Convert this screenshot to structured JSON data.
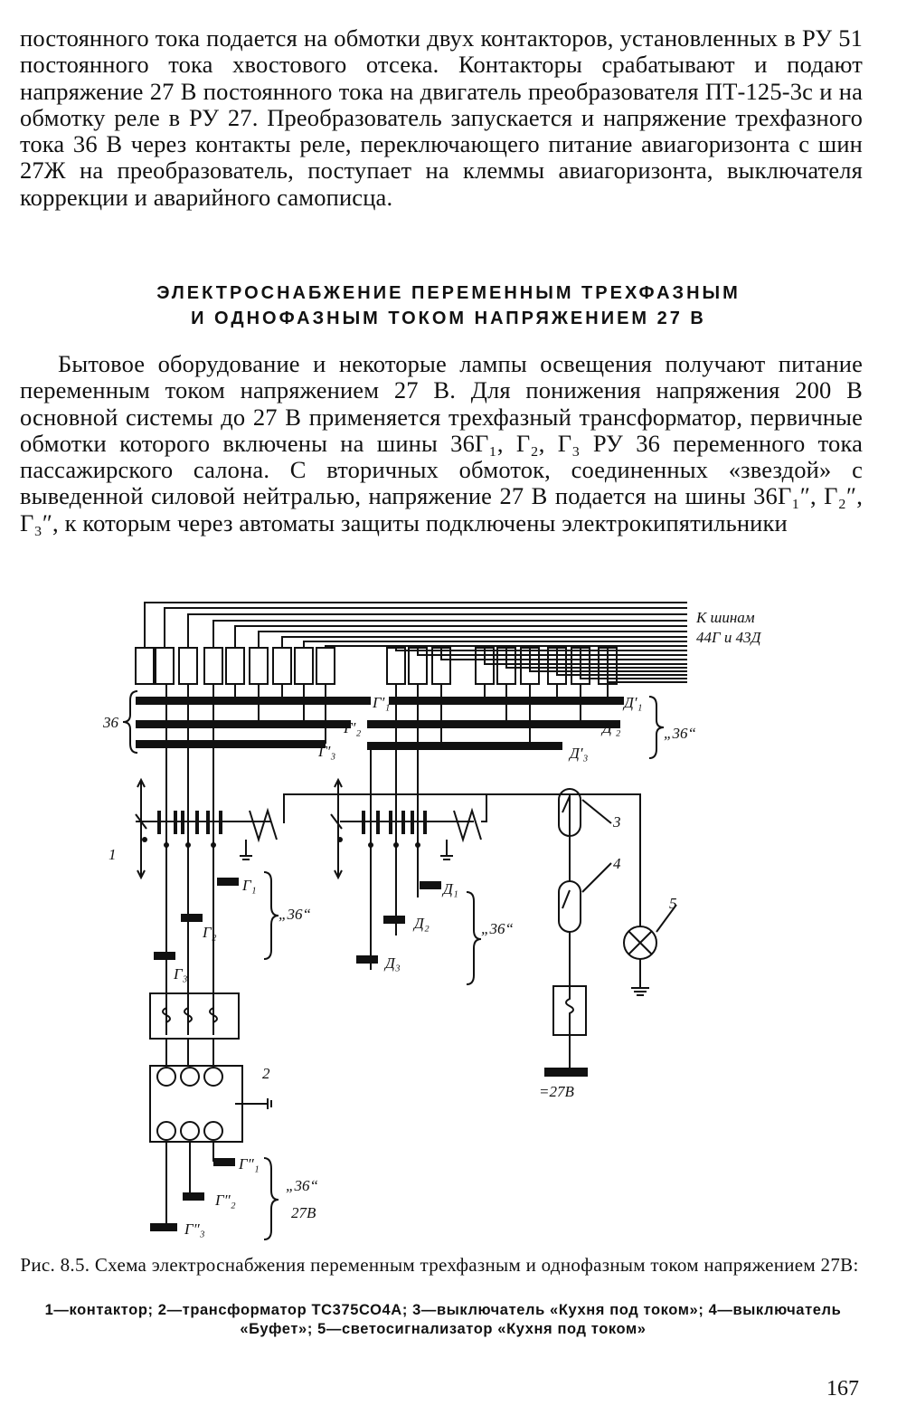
{
  "body": {
    "paragraph1": "постоянного тока подается на обмотки двух контакторов, установленных в РУ 51 постоянного тока хвостового отсека. Контакторы срабатывают и подают напряжение 27 В постоянного тока на двигатель преобразователя ПТ-125-3с и на обмотку реле в РУ 27. Преобразователь запускается и напряжение трехфазного тока 36 В через контакты реле, переключающего питание авиагоризонта с шин 27Ж на преобразователь, поступает на клеммы авиагоризонта, выключателя коррекции и аварийного самописца.",
    "heading_line1": "ЭЛЕКТРОСНАБЖЕНИЕ ПЕРЕМЕННЫМ ТРЕХФАЗНЫМ",
    "heading_line2": "И ОДНОФАЗНЫМ ТОКОМ НАПРЯЖЕНИЕМ 27 В",
    "paragraph2": "Бытовое оборудование и некоторые лампы освещения получают питание переменным током напряжением 27 В. Для понижения напряжения 200 В основной системы до 27 В применяется трехфазный трансформатор, первичные обмотки которого включены на шины 36Г₁, Г₂, Г₃ РУ 36 переменного тока пассажирского салона. С вторичных обмоток, соединенных «звездой» с выведенной силовой нейтралью, напряжение 27 В подается на шины 36Г₁″, Г₂″, Г₃″, к которым через автоматы защиты подключены электрокипятильники"
  },
  "diagram": {
    "label_to_buses_1": "К шинам",
    "label_to_buses_2": "44Г и 43Д",
    "label_36_left": "36",
    "label_36_right": "„36“",
    "bus_G1p": "Г′₁",
    "bus_G2p": "Г′₂",
    "bus_G3p": "Г′₃",
    "bus_D1p": "Д′₁",
    "bus_D2p": "Д′₂",
    "bus_D3p": "Д′₃",
    "callout_1": "1",
    "callout_2": "2",
    "callout_3": "3",
    "callout_4": "4",
    "callout_5": "5",
    "bus_G1": "Г₁",
    "bus_G2": "Г₂",
    "bus_G3": "Г₃",
    "group_36_G": "„36“",
    "bus_D1": "Д₁",
    "bus_D2": "Д₂",
    "bus_D3": "Д₃",
    "group_36_D": "„36“",
    "bus_G1pp": "Г″₁",
    "bus_G2pp": "Г″₂",
    "bus_G3pp": "Г″₃",
    "group_36_27": "„36“",
    "group_27v": "27В",
    "label_27v": "=27В"
  },
  "caption": {
    "title": "Рис. 8.5. Схема электроснабжения переменным трехфазным и однофазным током напряжением 27В:",
    "legend": "1—контактор; 2—трансформатор ТС375СО4А; 3—выключатель «Кухня под током»; 4—выключатель «Буфет»; 5—светосигнализатор «Кухня под током»"
  },
  "page_number": "167"
}
